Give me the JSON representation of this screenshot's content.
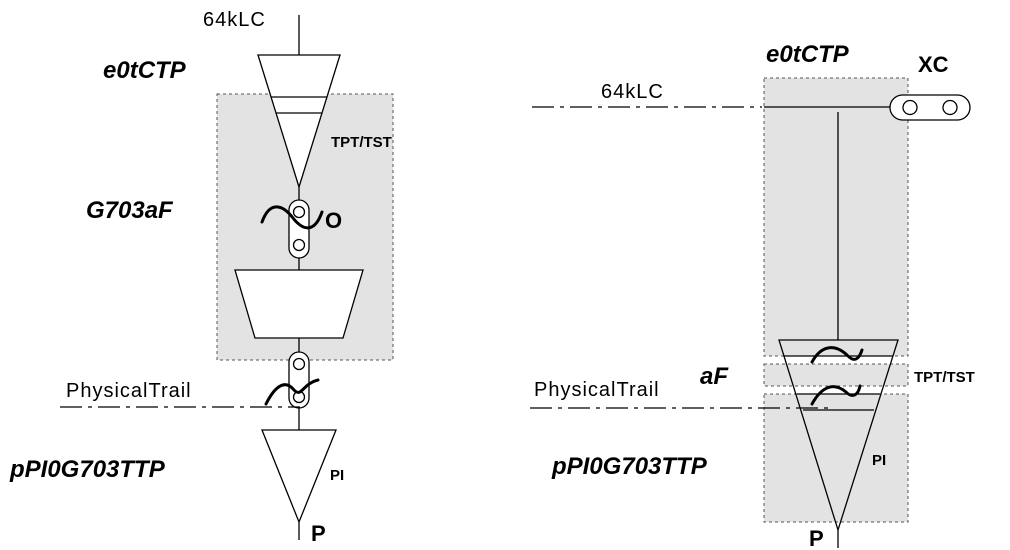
{
  "colors": {
    "shade": "#e3e3e3",
    "line": "#000000"
  },
  "left": {
    "top_label": "64kLC",
    "term_label": "e0tCTP",
    "tpt_label": "TPT/TST",
    "adapt_label": "G703aF",
    "o_label": "O",
    "trail_label": "PhysicalTrail",
    "ttp_label": "pPI0G703TTP",
    "pi_label": "PI",
    "p_label": "P"
  },
  "right": {
    "term_label": "e0tCTP",
    "xc_label": "XC",
    "top_label": "64kLC",
    "af_label": "aF",
    "tpt_label": "TPT/TST",
    "trail_label": "PhysicalTrail",
    "ttp_label": "pPI0G703TTP",
    "pi_label": "PI",
    "p_label": "P"
  }
}
